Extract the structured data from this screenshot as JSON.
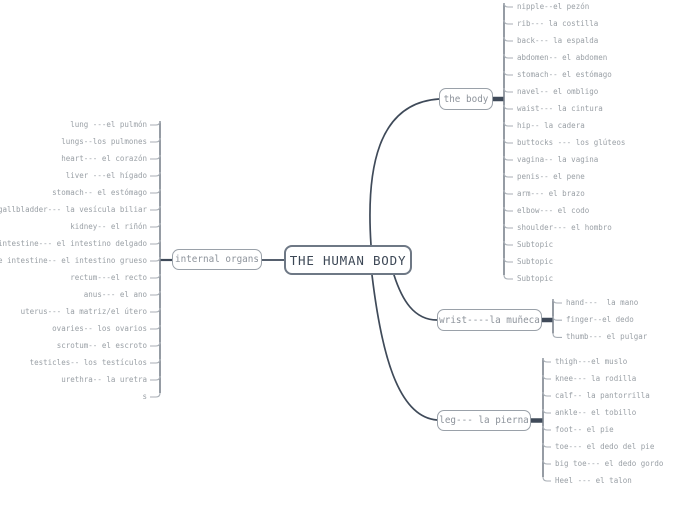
{
  "title": "THE HUMAN BODY",
  "branches": [
    {
      "id": "the-body",
      "label": "the body",
      "children": [
        "nipple--el pezón",
        "rib--- la costilla",
        "back--- la espalda",
        "abdomen-- el abdomen",
        "stomach-- el estómago",
        "navel-- el ombligo",
        "waist--- la cintura",
        "hip-- la cadera",
        "buttocks --- los glúteos",
        "vagina-- la vagina",
        "penis-- el pene",
        "arm--- el brazo",
        "elbow--- el codo",
        "shoulder--- el hombro",
        "Subtopic",
        "Subtopic",
        "Subtopic"
      ]
    },
    {
      "id": "internal-organs",
      "label": "internal organs",
      "children": [
        "lung ---el pulmón",
        "lungs--los pulmones",
        "heart--- el corazón",
        "liver ---el hígado",
        "stomach-- el estómago",
        "gallbladder--- la vesícula biliar",
        "kidney-- el riñón",
        "small intestine--- el intestino delgado",
        "large intestine-- el intestino grueso",
        "rectum---el recto",
        "anus--- el ano",
        "uterus--- la matriz/el útero",
        "ovaries-- los ovarios",
        "scrotum-- el escroto",
        "testicles-- los testículos",
        "urethra-- la uretra",
        "s"
      ]
    },
    {
      "id": "wrist",
      "label": "wrist----la muñeca",
      "children": [
        "hand---  la mano",
        "finger--el dedo",
        "thumb--- el pulgar"
      ]
    },
    {
      "id": "leg",
      "label": "leg--- la pierna",
      "children": [
        "thigh---el muslo",
        "knee--- la rodilla",
        "calf-- la pantorrilla",
        "ankle-- el tobillo",
        "foot-- el pie",
        "toe--- el dedo del pie",
        "big toe--- el dedo gordo",
        "Heel --- el talon"
      ]
    }
  ],
  "colors": {
    "line": "#3f4a59",
    "bracket": "#7b838e",
    "tick": "#a8aeb5",
    "node_border": "#9aa1a9",
    "central_border": "#6e7885",
    "central_text": "#3d4856",
    "label_text": "#8d939b",
    "leaf_text": "#9aa0a6"
  }
}
